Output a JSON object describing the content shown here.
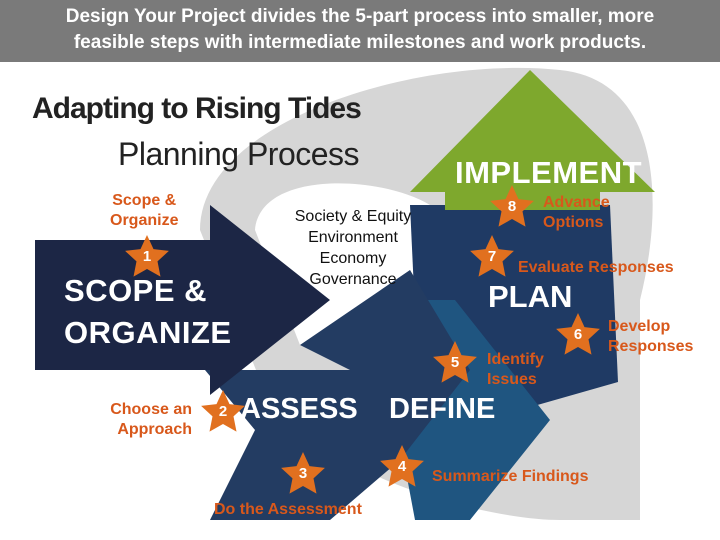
{
  "header": {
    "line1": "Design Your Project divides the 5-part process into smaller, more",
    "line2": "feasible steps with intermediate milestones and work products."
  },
  "title": {
    "line1": "Adapting to Rising Tides",
    "line2": "Planning Process"
  },
  "center_list": [
    "Society & Equity",
    "Environment",
    "Economy",
    "Governance"
  ],
  "phases": {
    "scope_line1": "SCOPE &",
    "scope_line2": "ORGANIZE",
    "assess": "ASSESS",
    "define": "DEFINE",
    "plan": "PLAN",
    "implement": "IMPLEMENT"
  },
  "steps": [
    {
      "number": "1",
      "label_lines": [
        "Scope &",
        "Organize"
      ]
    },
    {
      "number": "2",
      "label_lines": [
        "Choose an",
        "Approach"
      ]
    },
    {
      "number": "3",
      "label_lines": [
        "Do the Assessment"
      ]
    },
    {
      "number": "4",
      "label_lines": [
        "Summarize Findings"
      ]
    },
    {
      "number": "5",
      "label_lines": [
        "Identify",
        "Issues"
      ]
    },
    {
      "number": "6",
      "label_lines": [
        "Develop",
        "Responses"
      ]
    },
    {
      "number": "7",
      "label_lines": [
        "Evaluate Responses"
      ]
    },
    {
      "number": "8",
      "label_lines": [
        "Advance",
        "Options"
      ]
    }
  ],
  "colors": {
    "header_bg": "#7a7a7a",
    "navy": "#1c2645",
    "navy_mid": "#233c62",
    "blue": "#1f5580",
    "green": "#7ea82d",
    "gray_arc": "#d6d6d6",
    "orange": "#d8581b",
    "star": "#e1701f"
  }
}
